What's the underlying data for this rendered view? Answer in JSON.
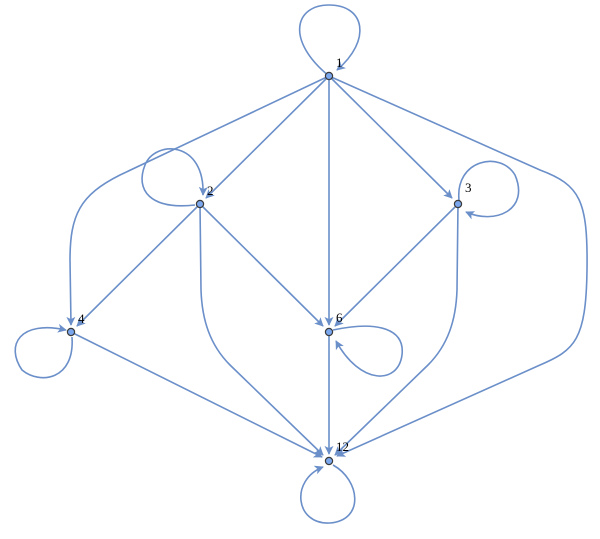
{
  "diagram": {
    "type": "directed-graph",
    "description": "Divisor lattice of 12 with self-loops",
    "colors": {
      "edge": "#6b8fc9",
      "node_fill": "#7aa7ee",
      "node_stroke": "#3a3a3a"
    },
    "nodes": [
      {
        "id": "1",
        "label": "1"
      },
      {
        "id": "2",
        "label": "2"
      },
      {
        "id": "3",
        "label": "3"
      },
      {
        "id": "4",
        "label": "4"
      },
      {
        "id": "6",
        "label": "6"
      },
      {
        "id": "12",
        "label": "12"
      }
    ],
    "edges": [
      [
        "1",
        "1"
      ],
      [
        "1",
        "2"
      ],
      [
        "1",
        "3"
      ],
      [
        "1",
        "4"
      ],
      [
        "1",
        "6"
      ],
      [
        "1",
        "12"
      ],
      [
        "2",
        "2"
      ],
      [
        "2",
        "4"
      ],
      [
        "2",
        "6"
      ],
      [
        "2",
        "12"
      ],
      [
        "3",
        "3"
      ],
      [
        "3",
        "6"
      ],
      [
        "3",
        "12"
      ],
      [
        "4",
        "4"
      ],
      [
        "4",
        "12"
      ],
      [
        "6",
        "6"
      ],
      [
        "6",
        "12"
      ],
      [
        "12",
        "12"
      ]
    ]
  }
}
